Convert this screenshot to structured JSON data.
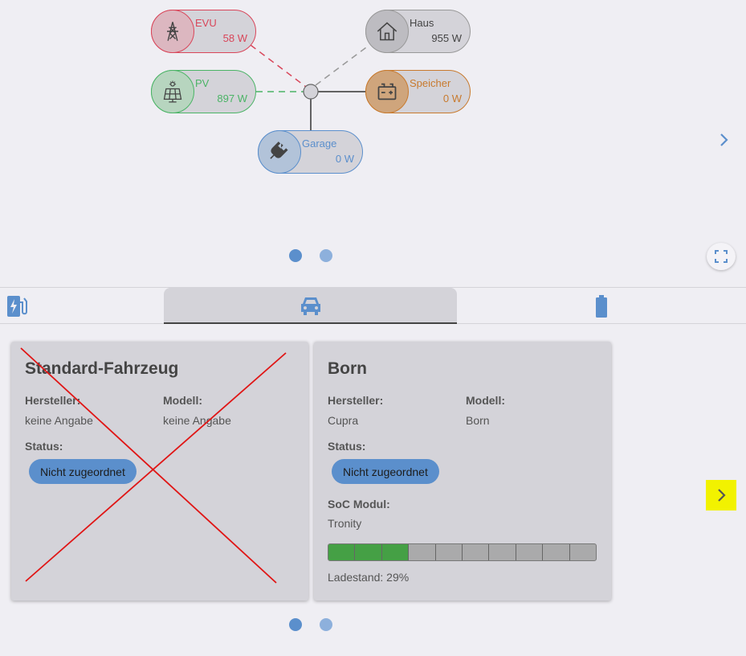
{
  "flow": {
    "evu": {
      "label": "EVU",
      "value": "58 W",
      "icon": "power-tower-icon"
    },
    "pv": {
      "label": "PV",
      "value": "897 W",
      "icon": "solar-panel-icon"
    },
    "haus": {
      "label": "Haus",
      "value": "955 W",
      "icon": "house-icon"
    },
    "speicher": {
      "label": "Speicher",
      "value": "0 W",
      "icon": "battery-icon"
    },
    "garage": {
      "label": "Garage",
      "value": "0 W",
      "icon": "plug-icon"
    },
    "colors": {
      "evu": "#d9465a",
      "pv": "#4bb466",
      "haus": "#999999",
      "speicher": "#c87a2e",
      "garage": "#5b8fcc"
    },
    "next_icon": "chevron-right-icon",
    "pager": {
      "count": 2,
      "active": 0
    },
    "fullscreen_icon": "fullscreen-icon"
  },
  "tabs": [
    {
      "icon": "charge-point-icon",
      "active": false
    },
    {
      "icon": "car-icon",
      "active": true
    },
    {
      "icon": "battery-icon",
      "active": false
    }
  ],
  "vehicles": [
    {
      "title": "Standard-Fahrzeug",
      "manufacturer_label": "Hersteller:",
      "manufacturer": "keine Angabe",
      "model_label": "Modell:",
      "model": "keine Angabe",
      "status_label": "Status:",
      "status": "Nicht zugeordnet",
      "crossed_out": true
    },
    {
      "title": "Born",
      "manufacturer_label": "Hersteller:",
      "manufacturer": "Cupra",
      "model_label": "Modell:",
      "model": "Born",
      "status_label": "Status:",
      "status": "Nicht zugeordnet",
      "soc_module_label": "SoC Modul:",
      "soc_module": "Tronity",
      "soc_percent": 29,
      "soc_text": "Ladestand: 29%"
    }
  ],
  "vehicles_pager": {
    "count": 2,
    "active": 0
  },
  "accent": "#5b8fcc",
  "highlight": "#f2f200"
}
